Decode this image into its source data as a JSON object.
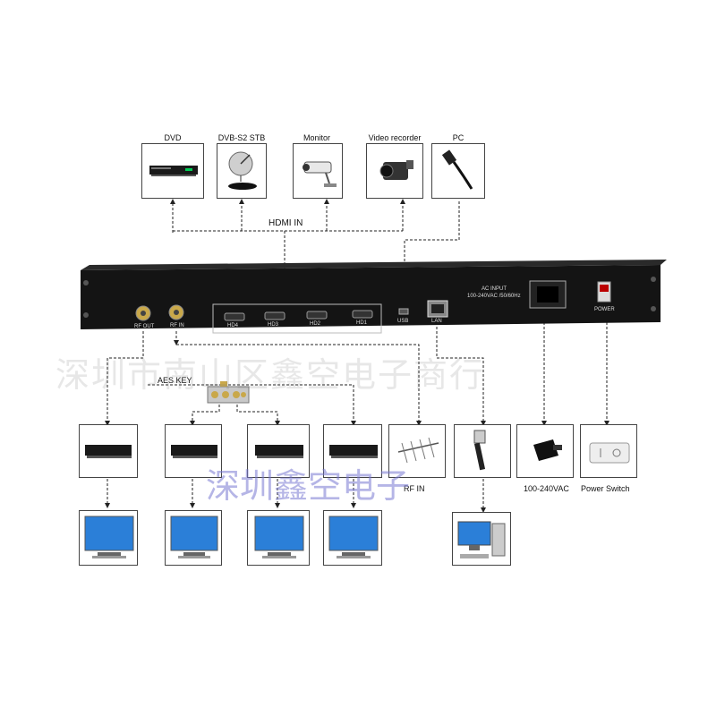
{
  "sources": [
    {
      "label": "DVD",
      "icon": "dvd-player-icon"
    },
    {
      "label": "DVB-S2 STB",
      "icon": "satellite-dish-icon"
    },
    {
      "label": "Monitor",
      "icon": "security-camera-icon"
    },
    {
      "label": "Video recorder",
      "icon": "camcorder-icon"
    },
    {
      "label": "PC",
      "icon": "hdmi-cable-icon"
    }
  ],
  "hdmi_in_label": "HDMI IN",
  "device": {
    "rf_out": "RF OUT",
    "rf_in": "RF IN",
    "hdmi_ports": [
      "HD4",
      "HD3",
      "HD2",
      "HD1"
    ],
    "usb": "USB",
    "lan": "LAN",
    "ac_input_line1": "AC INPUT",
    "ac_input_line2": "100-240VAC  /50/60Hz",
    "power": "POWER",
    "color": "#141414"
  },
  "aes_key_label": "AES KEY",
  "rf_in_label": "RF IN",
  "ac_label": "100-240VAC",
  "power_switch_label": "Power Switch",
  "receivers": 4,
  "watermark_large": "深圳市南山区鑫空电子商行",
  "watermark_overlay": "深圳鑫空电子",
  "colors": {
    "line": "#222222",
    "screen": "#2b7fd8",
    "watermark_overlay": "#8a8ad8"
  }
}
